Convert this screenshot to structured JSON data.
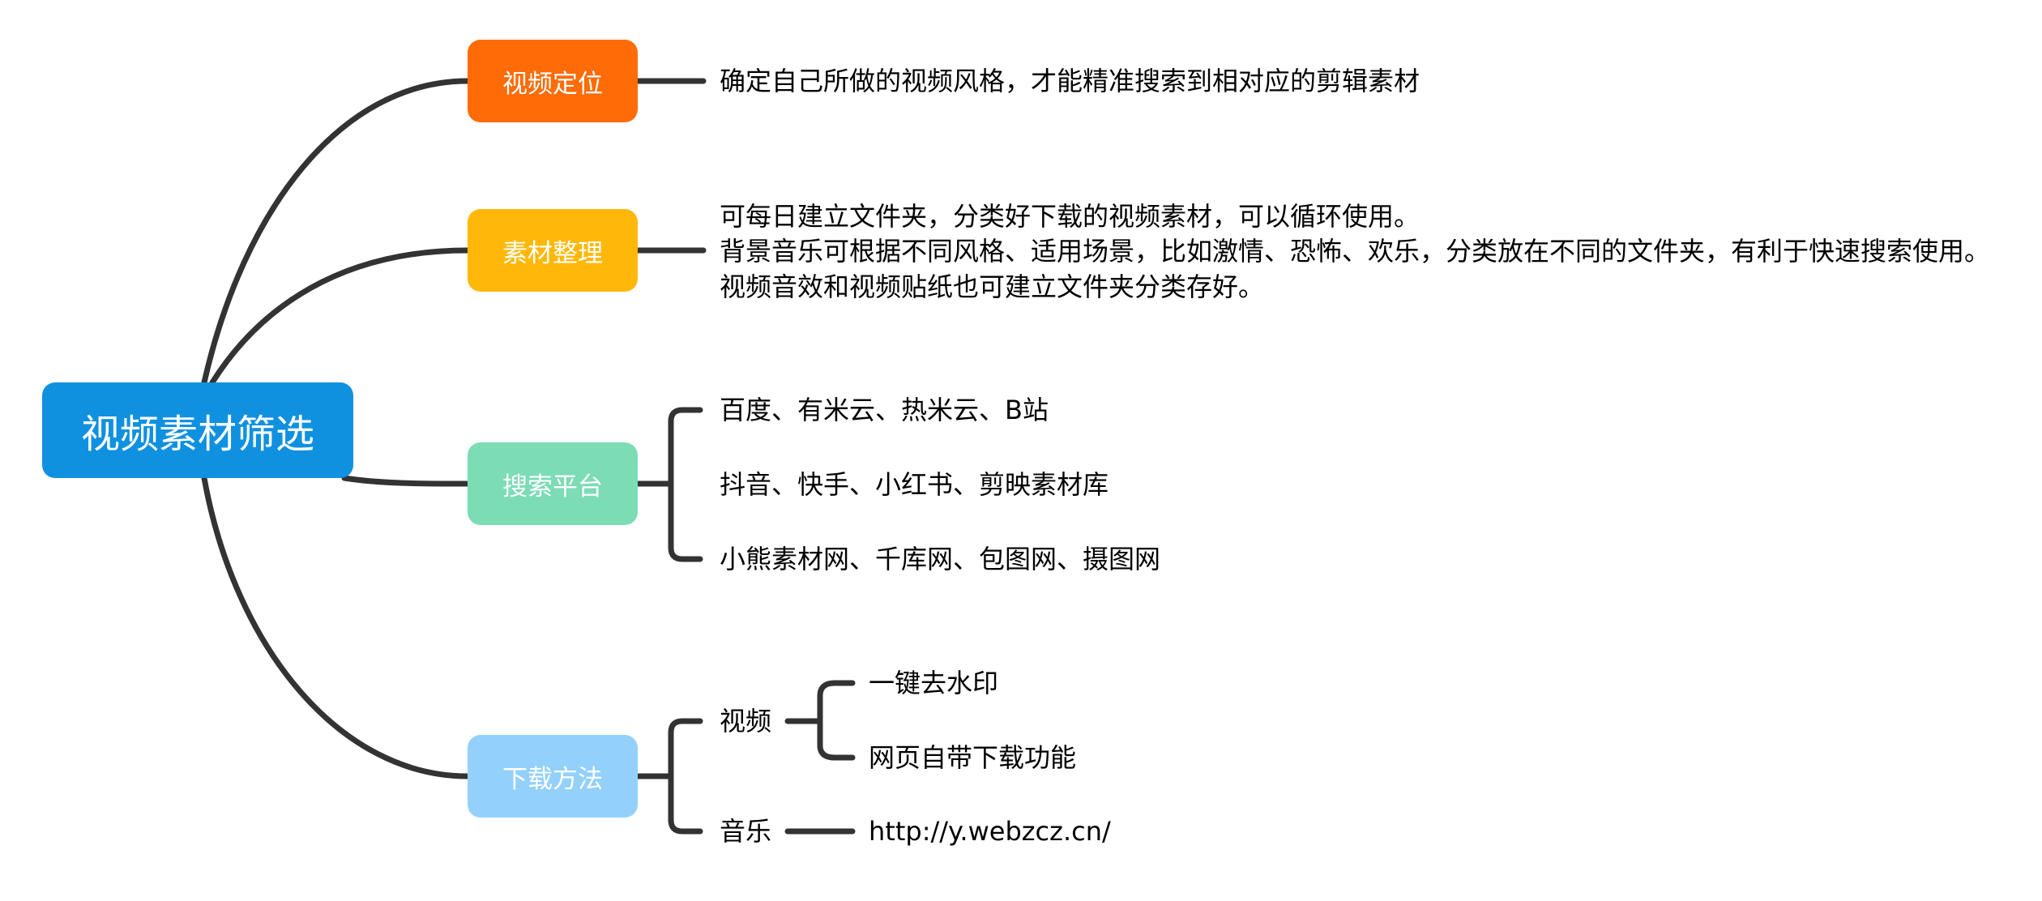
{
  "root": {
    "label": "视频素材筛选",
    "color": "#1091e0"
  },
  "branches": [
    {
      "label": "视频定位",
      "color": "#ff6b07",
      "texts": [
        "确定自己所做的视频风格，才能精准搜索到相对应的剪辑素材"
      ]
    },
    {
      "label": "素材整理",
      "color": "#ffb80a",
      "texts": [
        "可每日建立文件夹，分类好下载的视频素材，可以循环使用。",
        "背景音乐可根据不同风格、适用场景，比如激情、恐怖、欢乐，分类放在不同的文件夹，有利于快速搜索使用。",
        "视频音效和视频贴纸也可建立文件夹分类存好。"
      ]
    },
    {
      "label": "搜索平台",
      "color": "#7cdcb5",
      "children": [
        {
          "label": "百度、有米云、热米云、B站"
        },
        {
          "label": "抖音、快手、小红书、剪映素材库"
        },
        {
          "label": "小熊素材网、千库网、包图网、摄图网"
        }
      ]
    },
    {
      "label": "下载方法",
      "color": "#93d1fb",
      "children": [
        {
          "label": "视频",
          "children": [
            {
              "label": "一键去水印"
            },
            {
              "label": "网页自带下载功能"
            }
          ]
        },
        {
          "label": "音乐",
          "children": [
            {
              "label": "http://y.webzcz.cn/"
            }
          ]
        }
      ]
    }
  ],
  "edge_color": "#333333"
}
